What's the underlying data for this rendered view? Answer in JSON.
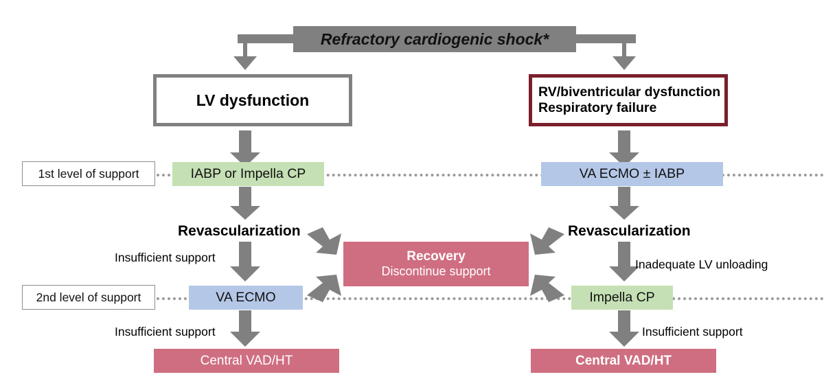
{
  "diagram": {
    "title": "Refractory cardiogenic shock*",
    "branches": {
      "left": {
        "condition": "LV dysfunction",
        "first_support": "IABP or Impella CP",
        "step_label": "Revascularization",
        "failure_note_1": "Insufficient support",
        "second_support": "VA ECMO",
        "failure_note_2": "Insufficient support",
        "final": "Central VAD/HT"
      },
      "right": {
        "condition_line1": "RV/biventricular dysfunction",
        "condition_line2": "Respiratory failure",
        "first_support": "VA ECMO ± IABP",
        "step_label": "Revascularization",
        "failure_note_1": "Inadequate LV unloading",
        "second_support": "Impella CP",
        "failure_note_2": "Insufficient support",
        "final": "Central VAD/HT"
      }
    },
    "level_labels": {
      "first": "1st level of support",
      "second": "2nd level of support"
    },
    "outcome": {
      "title": "Recovery",
      "subtitle": "Discontinue support"
    },
    "colors": {
      "header_gray": "#808080",
      "arrow_gray": "#808080",
      "border_gray": "#808080",
      "border_red": "#7a1f2b",
      "green": "#c5e0b4",
      "blue": "#b4c7e7",
      "rose": "#cf6e81",
      "dotted_line": "#9a9a9a",
      "background": "#ffffff"
    }
  }
}
